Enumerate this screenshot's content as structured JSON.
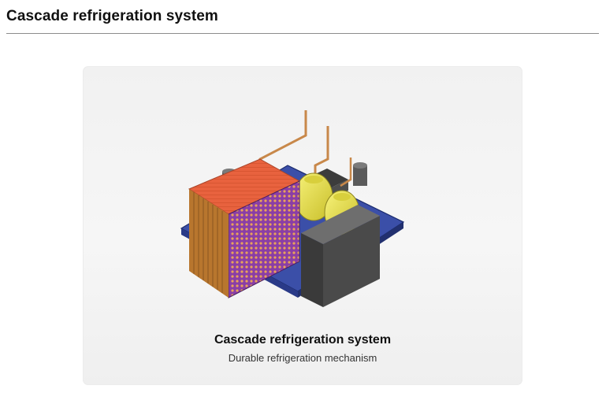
{
  "page": {
    "title": "Cascade refrigeration system"
  },
  "card": {
    "image_icon": "refrigeration-unit-illustration",
    "title": "Cascade refrigeration system",
    "subtitle": "Durable refrigeration mechanism"
  },
  "colors": {
    "base_plate": "#3b4fa8",
    "condenser_top": "#e8623e",
    "condenser_side": "#7a2fa0",
    "compressor": "#e9e04a",
    "housing": "#4a4a4a",
    "pipes": "#c8884a"
  }
}
